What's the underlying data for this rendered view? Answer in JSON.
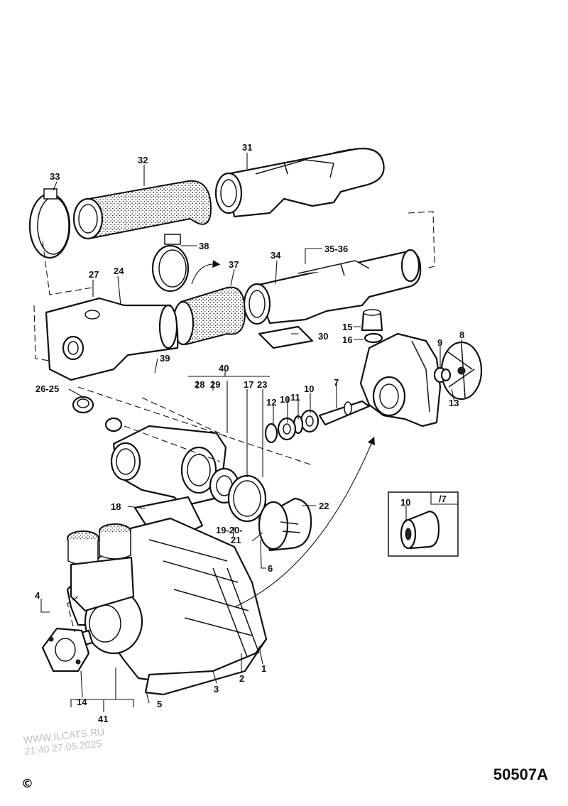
{
  "watermark": {
    "site": "WWW.ILCATS.RU",
    "datetime": "21:40 27.05.2025"
  },
  "figure_number": "50507A",
  "copyright_symbol": "©",
  "inset": {
    "ref": "/7",
    "part": "10"
  },
  "callouts": {
    "c1": "1",
    "c2": "2",
    "c3": "3",
    "c4": "4",
    "c5": "5",
    "c6": "6",
    "c7": "7",
    "c8": "8",
    "c9": "9",
    "c10a": "10",
    "c10b": "10",
    "c11": "11",
    "c12": "12",
    "c13": "13",
    "c14": "14",
    "c15": "15",
    "c16": "16",
    "c17": "17",
    "c18": "18",
    "c19_21a": "19-20-",
    "c19_21b": "21",
    "c22": "22",
    "c23": "23",
    "c24": "24",
    "c26_25": "26-25",
    "c27": "27",
    "c28": "28",
    "c29": "29",
    "c30": "30",
    "c31": "31",
    "c32": "32",
    "c33": "33",
    "c34": "34",
    "c35_36": "35-36",
    "c37": "37",
    "c38": "38",
    "c39": "39",
    "c40": "40",
    "c41": "41"
  }
}
